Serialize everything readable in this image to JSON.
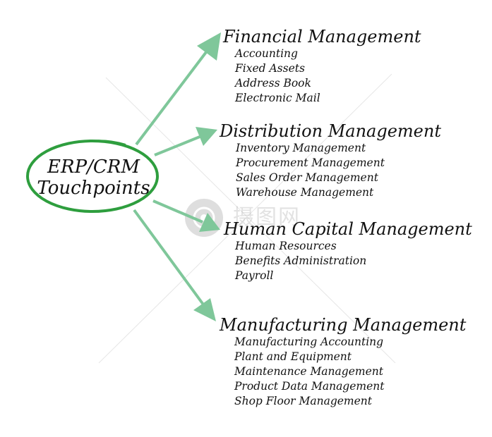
{
  "center": {
    "line1": "ERP/CRM",
    "line2": "Touchpoints"
  },
  "colors": {
    "arrow": "#7fc79a",
    "ellipse": "#2e9e3e",
    "text": "#111111"
  },
  "watermark": {
    "text": "摄图网"
  },
  "categories": [
    {
      "heading": "Financial Management",
      "items": [
        "Accounting",
        "Fixed Assets",
        "Address Book",
        "Electronic Mail"
      ]
    },
    {
      "heading": "Distribution Management",
      "items": [
        "Inventory Management",
        "Procurement Management",
        "Sales Order Management",
        "Warehouse Management"
      ]
    },
    {
      "heading": "Human Capital Management",
      "items": [
        "Human Resources",
        "Benefits Administration",
        "Payroll"
      ]
    },
    {
      "heading": "Manufacturing Management",
      "items": [
        "Manufacturing Accounting",
        "Plant and Equipment",
        "Maintenance Management",
        "Product Data Management",
        "Shop Floor Management"
      ]
    }
  ]
}
